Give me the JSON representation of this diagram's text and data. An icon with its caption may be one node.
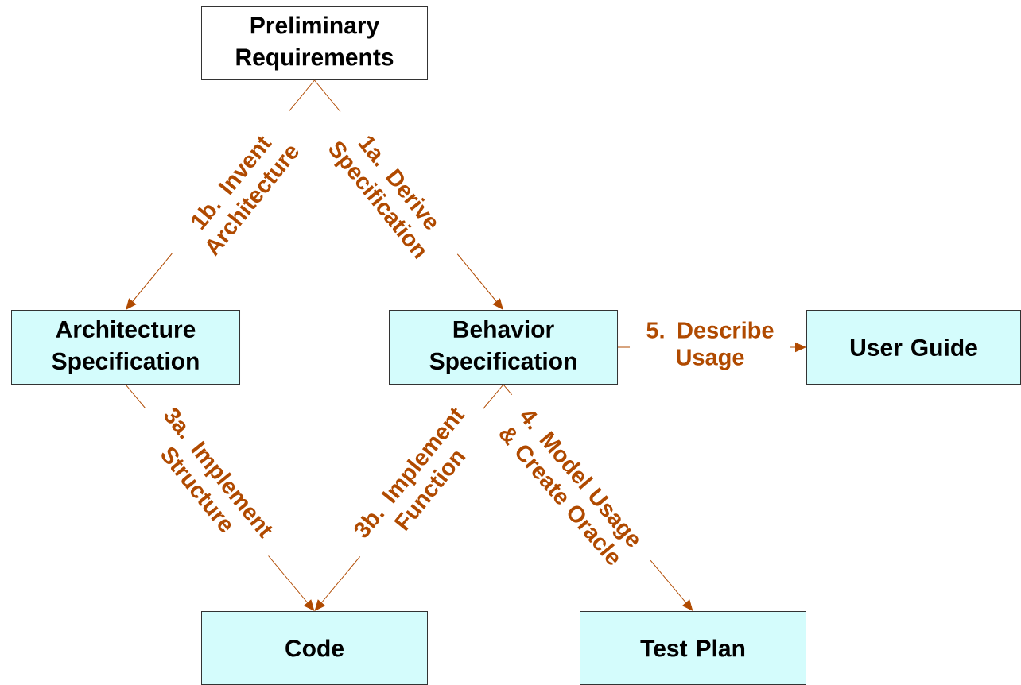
{
  "diagram": {
    "nodes": [
      {
        "text": [
          "Preliminary Requirements"
        ]
      },
      {
        "text": [
          "Architecture Specification"
        ]
      },
      {
        "text": [
          "Behavior Specification"
        ]
      },
      {
        "text": [
          "User Guide"
        ]
      },
      {
        "text": [
          "Code"
        ]
      },
      {
        "text": [
          "Test Plan"
        ]
      }
    ],
    "edges": [
      {
        "from": 0,
        "to": 1,
        "arrow": "to",
        "label": "1b. Invent Architecture"
      },
      {
        "from": 0,
        "to": 2,
        "arrow": "to",
        "label": "1a. Derive Specification"
      },
      {
        "from": 2,
        "to": 3,
        "arrow": "to",
        "label": "5. Describe Usage"
      },
      {
        "from": 1,
        "to": 4,
        "arrow": "to",
        "label": "3a. Implement Structure"
      },
      {
        "from": 2,
        "to": 4,
        "arrow": "to",
        "label": "3b. Implement Function"
      },
      {
        "from": 2,
        "to": 5,
        "arrow": "to",
        "label": "4. Model Usage & Create Oracle"
      }
    ]
  }
}
